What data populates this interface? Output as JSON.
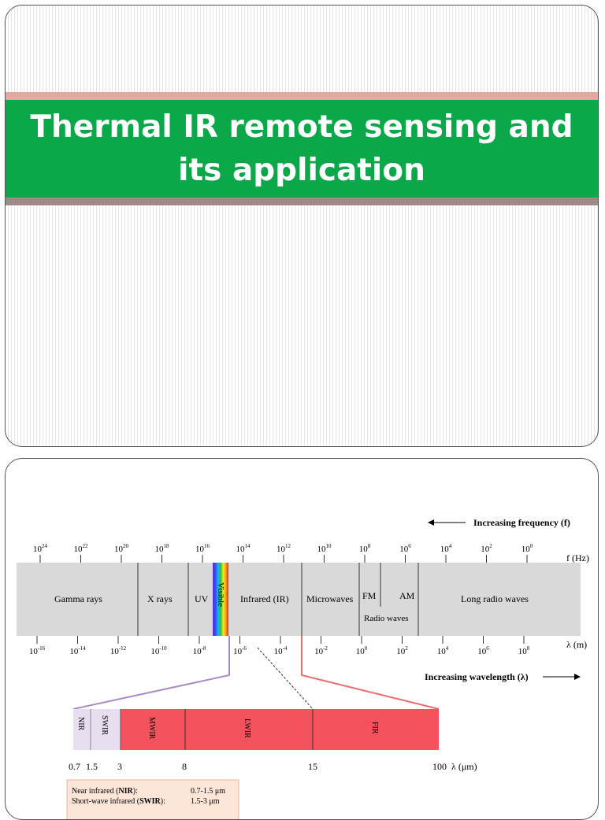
{
  "slide1": {
    "title": "Thermal IR remote sensing and its application"
  },
  "slide2": {
    "freq_arrow_label": "Increasing frequency (f)",
    "wave_arrow_label": "Increasing wavelength (λ)",
    "freq_unit": "f (Hz)",
    "wave_unit": "λ (m)",
    "freq_ticks": [
      {
        "base": "10",
        "exp": "24"
      },
      {
        "base": "10",
        "exp": "22"
      },
      {
        "base": "10",
        "exp": "20"
      },
      {
        "base": "10",
        "exp": "18"
      },
      {
        "base": "10",
        "exp": "16"
      },
      {
        "base": "10",
        "exp": "14"
      },
      {
        "base": "10",
        "exp": "12"
      },
      {
        "base": "10",
        "exp": "10"
      },
      {
        "base": "10",
        "exp": "8"
      },
      {
        "base": "10",
        "exp": "6"
      },
      {
        "base": "10",
        "exp": "4"
      },
      {
        "base": "10",
        "exp": "2"
      },
      {
        "base": "10",
        "exp": "0"
      }
    ],
    "wave_ticks": [
      {
        "base": "10",
        "exp": "-16"
      },
      {
        "base": "10",
        "exp": "-14"
      },
      {
        "base": "10",
        "exp": "-12"
      },
      {
        "base": "10",
        "exp": "-10"
      },
      {
        "base": "10",
        "exp": "-8"
      },
      {
        "base": "10",
        "exp": "-6"
      },
      {
        "base": "10",
        "exp": "-4"
      },
      {
        "base": "10",
        "exp": "-2"
      },
      {
        "base": "10",
        "exp": "0"
      },
      {
        "base": "10",
        "exp": "2"
      },
      {
        "base": "10",
        "exp": "4"
      },
      {
        "base": "10",
        "exp": "6"
      },
      {
        "base": "10",
        "exp": "8"
      }
    ],
    "bands": [
      "Gamma rays",
      "X rays",
      "UV",
      "Visible",
      "Infrared (IR)",
      "Microwaves",
      "FM",
      "AM",
      "Radio waves",
      "Long radio waves"
    ],
    "ir_bands": [
      "NIR",
      "SWIR",
      "MWIR",
      "LWIR",
      "FIR"
    ],
    "ir_ticks": [
      "0.7",
      "1.5",
      "3",
      "8",
      "15",
      "100"
    ],
    "ir_unit": "λ (μm)",
    "legend": [
      {
        "name": "Near infrared (",
        "abbr": "NIR",
        "suffix": "):",
        "range": "0.7-1.5 μm"
      },
      {
        "name": "Short-wave infrared (",
        "abbr": "SWIR",
        "suffix": "):",
        "range": "1.5-3 μm"
      }
    ],
    "colors": {
      "band_gray": "#d9d9d9",
      "ir_red": "#f4525d",
      "nir_lavender": "#e7def0",
      "link_purple": "#a98bc6",
      "link_red": "#f06a6a",
      "legend_bg": "#fde6d8"
    }
  }
}
